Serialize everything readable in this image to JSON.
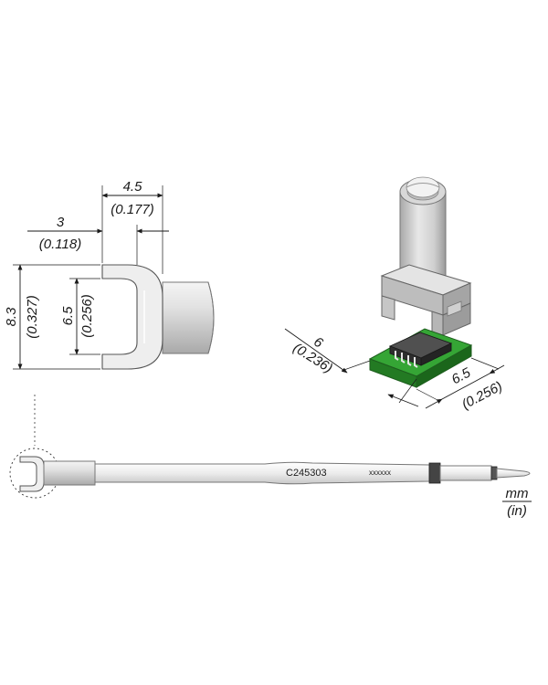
{
  "front_view": {
    "width_top": {
      "mm": "4.5",
      "in": "(0.177)"
    },
    "gap": {
      "mm": "3",
      "in": "(0.118)"
    },
    "height_outer": {
      "mm": "8.3",
      "in": "(0.327)"
    },
    "height_inner": {
      "mm": "6.5",
      "in": "(0.256)"
    }
  },
  "iso_view": {
    "component_width": {
      "mm": "6",
      "in": "(0.236)"
    },
    "component_depth": {
      "mm": "6.5",
      "in": "(0.256)"
    }
  },
  "tip": {
    "part_number": "C245303",
    "batch_code": "xxxxxx"
  },
  "units": {
    "primary": "mm",
    "secondary": "(in)"
  },
  "colors": {
    "metal_light": "#f0f0f0",
    "metal_mid": "#cfcfcf",
    "metal_dark": "#9a9a9a",
    "pcb_green": "#2e9a2e",
    "chip_body": "#3a3a3a"
  }
}
